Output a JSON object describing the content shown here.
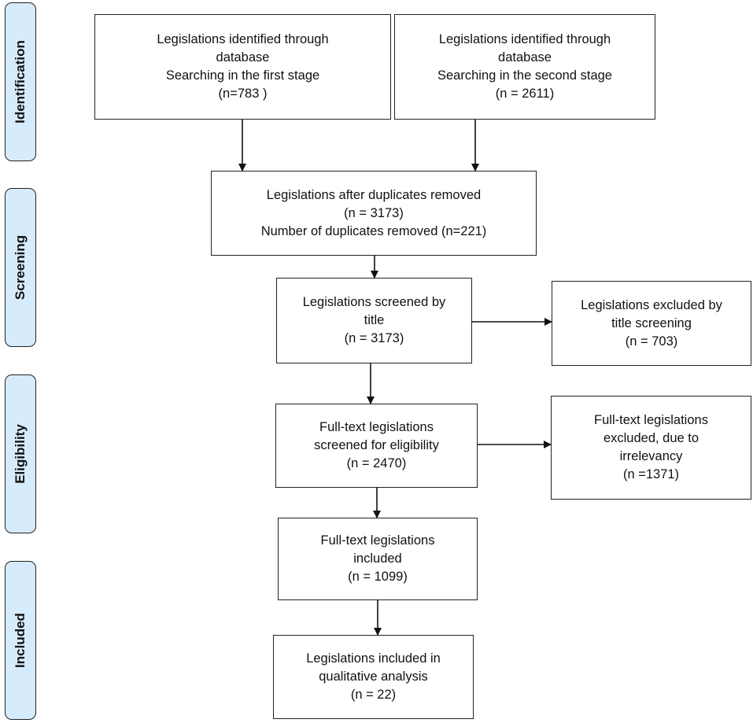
{
  "stages": [
    {
      "id": "identification",
      "label": "Identification"
    },
    {
      "id": "screening",
      "label": "Screening"
    },
    {
      "id": "eligibility",
      "label": "Eligibility"
    },
    {
      "id": "included",
      "label": "Included"
    }
  ],
  "boxes": {
    "first_stage": {
      "lines": [
        "Legislations identified through",
        "database",
        "Searching in the first stage",
        "(n=783 )"
      ]
    },
    "second_stage": {
      "lines": [
        "Legislations identified through",
        "database",
        "Searching in the second stage",
        "(n = 2611)"
      ]
    },
    "duplicates": {
      "lines": [
        "Legislations after duplicates removed",
        "(n = 3173)",
        "Number of duplicates removed (n=221)"
      ]
    },
    "screened": {
      "lines": [
        "Legislations screened by",
        "title",
        "(n = 3173)"
      ]
    },
    "excluded_title": {
      "lines": [
        "Legislations excluded by",
        "title screening",
        "(n = 703)"
      ]
    },
    "fulltext_screened": {
      "lines": [
        "Full-text legislations",
        "screened for eligibility",
        "(n = 2470)"
      ]
    },
    "excluded_fulltext": {
      "lines": [
        "Full-text legislations",
        "excluded, due to",
        "irrelevancy",
        "(n =1371)"
      ]
    },
    "fulltext_included": {
      "lines": [
        "Full-text legislations",
        "included",
        "(n = 1099)"
      ]
    },
    "qualitative": {
      "lines": [
        "Legislations included in",
        "qualitative analysis",
        "(n = 22)"
      ]
    }
  }
}
